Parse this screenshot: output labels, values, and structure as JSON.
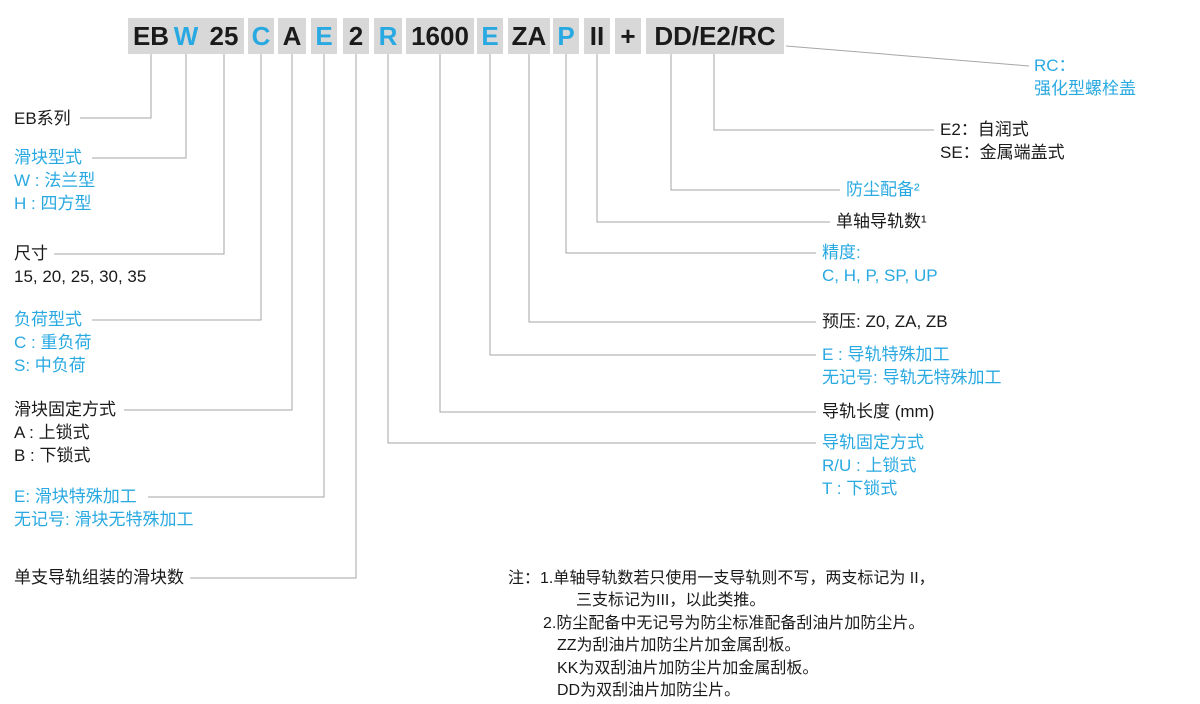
{
  "colors": {
    "accent_cyan": "#29a9e1",
    "text_dark": "#1a1a1a",
    "segment_background": "#d8d8d8",
    "connector_line": "#a6a6a6"
  },
  "code": {
    "segments": [
      {
        "text": "EB",
        "color": "dark"
      },
      {
        "text": "W",
        "color": "cyan"
      },
      {
        "text": "25",
        "color": "dark"
      },
      {
        "text": "C",
        "color": "cyan"
      },
      {
        "text": "A",
        "color": "dark"
      },
      {
        "text": "E",
        "color": "cyan"
      },
      {
        "text": "2",
        "color": "dark"
      },
      {
        "text": "R",
        "color": "cyan"
      },
      {
        "text": "1600",
        "color": "dark"
      },
      {
        "text": "E",
        "color": "cyan"
      },
      {
        "text": "ZA",
        "color": "dark"
      },
      {
        "text": "P",
        "color": "cyan"
      },
      {
        "text": "II",
        "color": "dark"
      },
      {
        "text": "+",
        "color": "dark"
      },
      {
        "text": "DD/E2/RC",
        "color": "dark"
      }
    ]
  },
  "left_labels": [
    {
      "color": "dark",
      "lines": [
        "EB系列"
      ]
    },
    {
      "color": "cyan",
      "lines": [
        "滑块型式",
        "W : 法兰型",
        "H : 四方型"
      ]
    },
    {
      "color": "dark",
      "lines": [
        "尺寸",
        "15, 20, 25, 30, 35"
      ]
    },
    {
      "color": "cyan",
      "lines": [
        "负荷型式",
        "C : 重负荷",
        "S: 中负荷"
      ]
    },
    {
      "color": "dark",
      "lines": [
        "滑块固定方式",
        "A : 上锁式",
        "B : 下锁式"
      ]
    },
    {
      "color": "cyan",
      "lines": [
        "E: 滑块特殊加工",
        "无记号: 滑块无特殊加工"
      ]
    },
    {
      "color": "dark",
      "lines": [
        "单支导轨组装的滑块数"
      ]
    }
  ],
  "right_labels": [
    {
      "color": "cyan",
      "lines": [
        "RC：",
        "强化型螺栓盖"
      ]
    },
    {
      "color": "dark",
      "lines": [
        "E2：自润式",
        "SE：金属端盖式"
      ]
    },
    {
      "color": "cyan",
      "lines": [
        "防尘配备²"
      ]
    },
    {
      "color": "dark",
      "lines": [
        "单轴导轨数¹"
      ]
    },
    {
      "color": "cyan",
      "lines": [
        "精度:",
        "C, H, P, SP, UP"
      ]
    },
    {
      "color": "dark",
      "lines": [
        "预压: Z0, ZA, ZB"
      ]
    },
    {
      "color": "cyan",
      "lines": [
        "E : 导轨特殊加工",
        "无记号: 导轨无特殊加工"
      ]
    },
    {
      "color": "dark",
      "lines": [
        "导轨长度 (mm)"
      ]
    },
    {
      "color": "cyan",
      "lines": [
        "导轨固定方式",
        "R/U : 上锁式",
        "T : 下锁式"
      ]
    }
  ],
  "notes": {
    "lines": [
      "注：1.单轴导轨数若只使用一支导轨则不写，两支标记为 II，",
      "三支标记为III，以此类推。",
      "2.防尘配备中无记号为防尘标准配备刮油片加防尘片。",
      "ZZ为刮油片加防尘片加金属刮板。",
      "KK为双刮油片加防尘片加金属刮板。",
      "DD为双刮油片加防尘片。"
    ]
  }
}
